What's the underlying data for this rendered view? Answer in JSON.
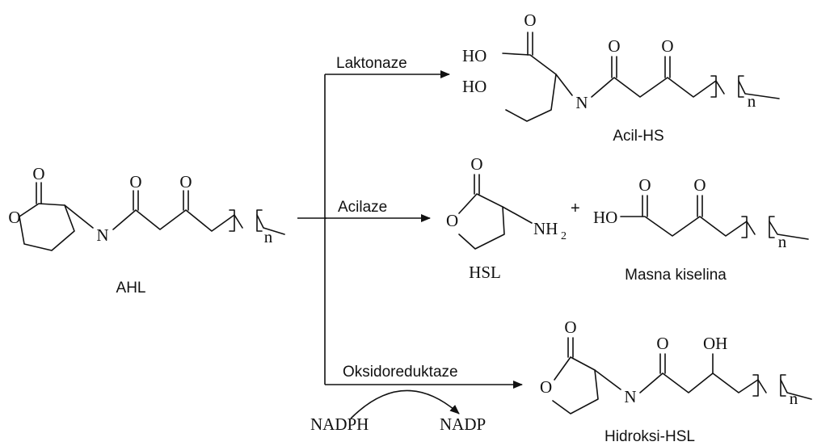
{
  "atoms": {
    "O": "O",
    "N": "N",
    "HO": "HO",
    "OH": "OH",
    "NH": "NH",
    "sub2": "2",
    "n": "n"
  },
  "compounds": {
    "ahl": "AHL",
    "acil_hs": "Acil-HS",
    "hsl": "HSL",
    "masna": "Masna kiselina",
    "hidroksi": "Hidroksi-HSL"
  },
  "enzymes": {
    "laktonaze": "Laktonaze",
    "acilaze": "Acilaze",
    "oksido": "Oksidoreduktaze"
  },
  "cofactors": {
    "nadph": "NADPH",
    "nadp": "NADP"
  },
  "plus": "+"
}
